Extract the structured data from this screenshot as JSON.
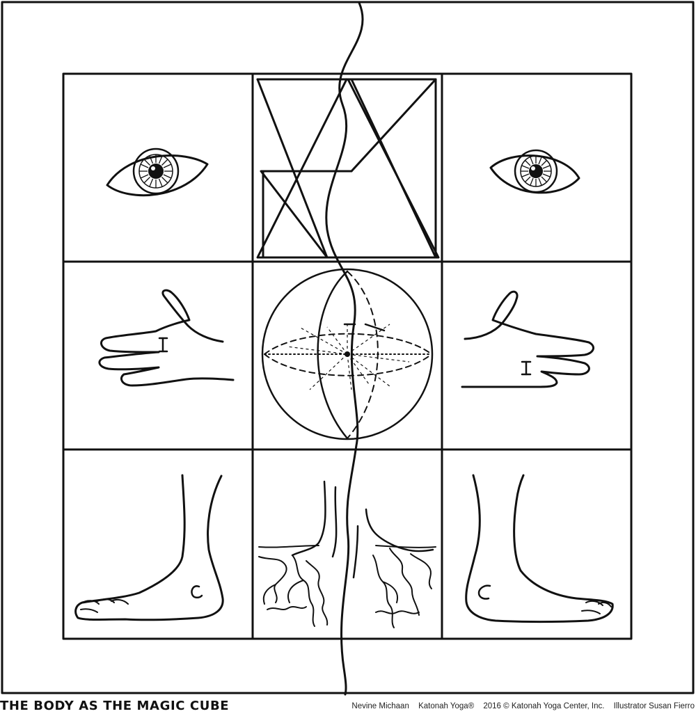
{
  "illustration": {
    "cells": [
      {
        "name": "cell-left-eye",
        "icon": "eye-icon"
      },
      {
        "name": "cell-hexagram",
        "icon": "star-of-david-icon"
      },
      {
        "name": "cell-right-eye",
        "icon": "eye-icon"
      },
      {
        "name": "cell-left-hand",
        "icon": "hand-icon"
      },
      {
        "name": "cell-sphere",
        "icon": "sphere-icon"
      },
      {
        "name": "cell-right-hand",
        "icon": "hand-icon"
      },
      {
        "name": "cell-left-foot",
        "icon": "foot-icon"
      },
      {
        "name": "cell-rooted-feet",
        "icon": "roots-icon"
      },
      {
        "name": "cell-right-foot",
        "icon": "foot-icon"
      }
    ],
    "ink_color": "#111111",
    "background_color": "#ffffff"
  },
  "caption": {
    "title": "THE BODY AS THE MAGIC CUBE",
    "author": "Nevine Michaan",
    "brand": "Katonah Yoga®",
    "copyright": "2016 © Katonah Yoga Center, Inc.",
    "illustrator": "Illustrator Susan Fierro"
  }
}
